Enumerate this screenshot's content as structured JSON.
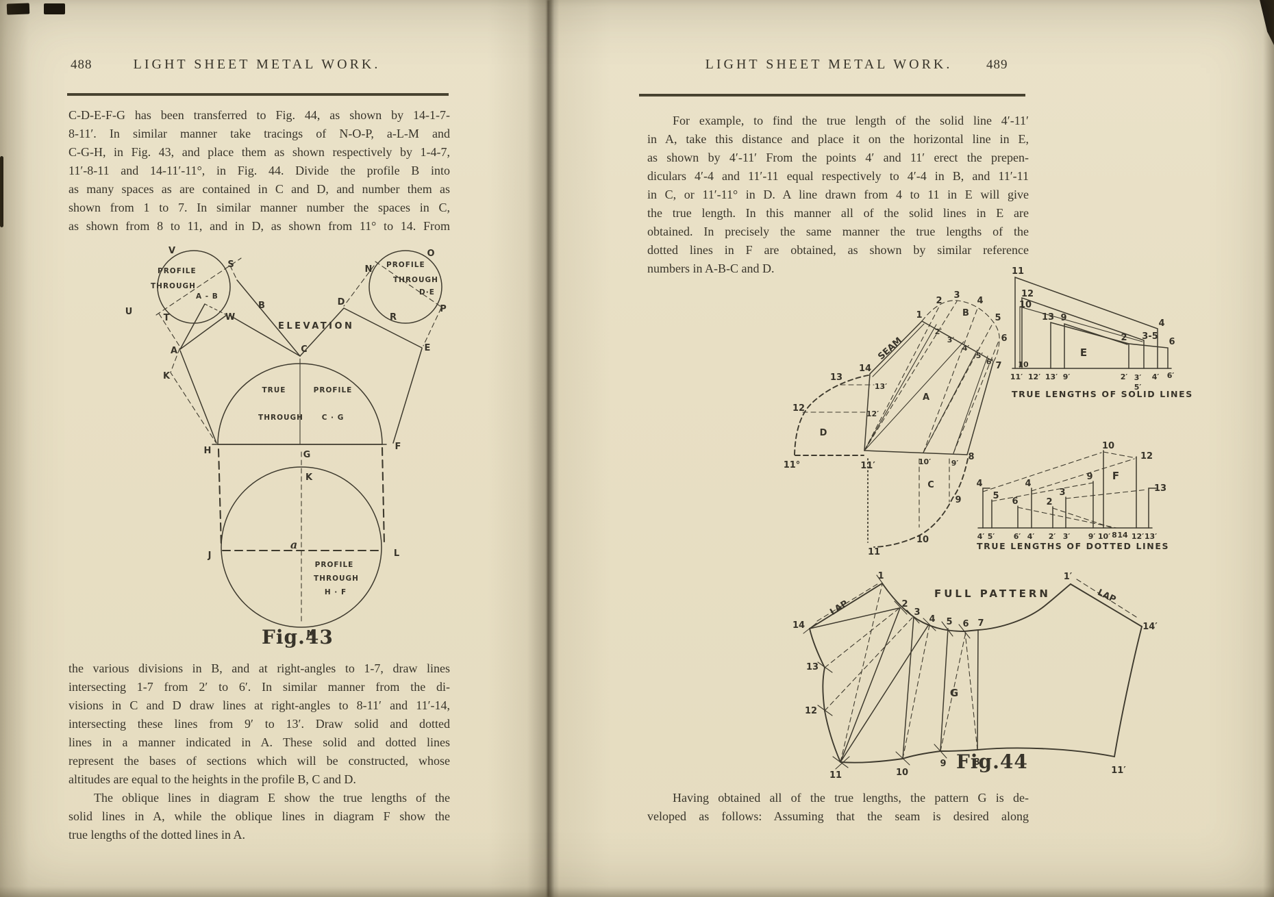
{
  "paper": {
    "background": "#e8dfc4",
    "ink": "#38342a",
    "rule_color": "#46412f"
  },
  "left_page": {
    "page_number": "488",
    "running_title": "LIGHT SHEET METAL WORK.",
    "para1": [
      "C-D-E-F-G has been transferred to Fig. 44, as shown by 14-1-7-",
      "8-11′.  In similar manner take tracings of N-O-P, a-L-M and",
      "C-G-H, in Fig. 43, and place them as shown respectively by 1-4-7,",
      "11′-8-11 and 14-11′-11°, in Fig. 44.  Divide the profile B into",
      "as many spaces as are contained in C and D, and number them as",
      "shown from 1 to 7.  In similar manner number the spaces in C,",
      "as shown from 8 to 11, and in D, as shown from 11° to 14.  From"
    ],
    "fig43": {
      "caption": "Fig.43",
      "elevation": "ELEVATION",
      "left_profile": {
        "l1": "PROFILE",
        "l2": "THROUGH",
        "l3": "A - B"
      },
      "right_profile": {
        "l1": "PROFILE",
        "l2": "THROUGH",
        "l3": "D·E"
      },
      "true_profile": {
        "l1": "TRUE",
        "l2": "PROFILE",
        "l3": "THROUGH",
        "l4": "C · G"
      },
      "bottom_profile": {
        "l1": "PROFILE",
        "l2": "THROUGH",
        "l3": "H · F"
      },
      "pts": {
        "V": "V",
        "S": "S",
        "U": "U",
        "T": "T",
        "W": "W",
        "A": "A",
        "B": "B",
        "C": "C",
        "D": "D",
        "E": "E",
        "K": "K",
        "H": "H",
        "G": "G",
        "F": "F",
        "K2": "K",
        "J": "J",
        "L": "L",
        "a": "a",
        "M": "M",
        "N": "N",
        "O": "O",
        "P": "P",
        "R": "R"
      }
    },
    "para2": [
      "the various divisions in B, and at right-angles to 1-7, draw lines",
      "intersecting 1-7 from 2′ to 6′.  In similar manner from the di-",
      "visions in C and D draw lines at right-angles to 8-11′ and 11′-14,",
      "intersecting these lines from 9′ to 13′.  Draw solid and dotted",
      "lines in a manner indicated in A.  These solid and dotted lines",
      "represent the bases of sections which will be constructed, whose",
      "altitudes are equal to the heights in the profile B, C and D."
    ],
    "para3": [
      "The oblique lines in diagram E show the true lengths of the",
      "solid lines in A, while the oblique lines in diagram F show the",
      "true lengths of the dotted lines in A."
    ]
  },
  "right_page": {
    "page_number": "489",
    "running_title": "LIGHT SHEET METAL WORK.",
    "para1": [
      "For example, to find the true length of the solid line 4′-11′",
      "in A, take this distance and place it on the horizontal line in E,",
      "as shown by 4′-11′  From the points 4′ and 11′ erect the prepen-",
      "diculars 4′-4 and 11′-11 equal respectively to 4′-4 in B, and 11′-11",
      "in C, or 11′-11° in D.  A line drawn from 4 to 11 in E will give",
      "the true length.  In this manner all of the solid lines in E are",
      "obtained.  In precisely the same manner the true lengths of the",
      "dotted lines in F are obtained, as shown by similar reference",
      "numbers in A-B-C and D."
    ],
    "fig44": {
      "caption": "Fig.44",
      "seam": "SEAM",
      "lap_left": "LAP",
      "lap_right": "LAP",
      "full_pattern": "FULL  PATTERN",
      "solid_caption": "TRUE LENGTHS OF SOLID LINES",
      "dotted_caption": "TRUE LENGTHS OF DOTTED LINES",
      "elev": {
        "n1": "1",
        "n2": "2",
        "n3": "3",
        "n4": "4",
        "n5": "5",
        "n6": "6",
        "n7": "7",
        "n8": "8",
        "n9": "9",
        "n10": "10",
        "n11": "11",
        "n12": "12",
        "n13": "13",
        "n14": "14",
        "p2": "2′",
        "p3": "3′",
        "p4": "4′",
        "p5": "5′",
        "p6": "6′",
        "p9": "9′",
        "p10": "10′",
        "p11": "11′",
        "p12": "12′",
        "p13": "13′",
        "d11": "11°",
        "A": "A",
        "B": "B",
        "C": "C",
        "D": "D"
      },
      "E": {
        "lbl": "E",
        "t11": "11",
        "t12": "12",
        "t10": "10",
        "t13": "13",
        "t9": "9",
        "t4": "4",
        "t35": "3-5",
        "t2": "2",
        "t6": "6",
        "s10": "10",
        "b11": "11′",
        "b12": "12′",
        "b13": "13′",
        "b9": "9′",
        "b2": "2′",
        "b3": "3′",
        "b5": "5′",
        "b4": "4′",
        "b6": "6′"
      },
      "F": {
        "lbl": "F",
        "t4a": "4",
        "t5": "5",
        "t6": "6",
        "t4b": "4",
        "t2": "2",
        "t3": "3",
        "t9": "9",
        "t10": "10",
        "t12": "12",
        "t13": "13",
        "b4a": "4′",
        "b5": "5′",
        "b6": "6′",
        "b4b": "4′",
        "b2": "2′",
        "b3": "3′",
        "b9": "9′",
        "b10": "10′",
        "b8": "8",
        "b14": "14",
        "b12": "12′",
        "b13": "13′"
      },
      "G": {
        "lbl": "G",
        "n1": "1",
        "n2": "2",
        "n3": "3",
        "n4": "4",
        "n5": "5",
        "n6": "6",
        "n7": "7",
        "n8": "8",
        "n9": "9",
        "n10": "10",
        "n11": "11",
        "n12": "12",
        "n13": "13",
        "n14": "14",
        "p1": "1′",
        "p14": "14′",
        "p11": "11′"
      }
    },
    "para2": [
      "Having obtained all of the true lengths, the pattern G is de-",
      "veloped as follows:  Assuming that the seam is desired along"
    ]
  }
}
